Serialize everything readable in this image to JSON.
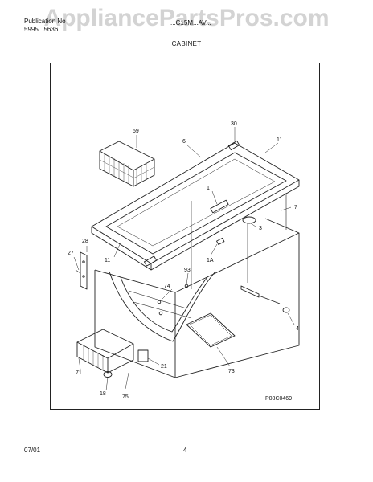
{
  "header": {
    "left_line1": "Publication No",
    "left_line2": "5995...5636",
    "model": "...C15M...AV..."
  },
  "watermark": "AppliancePartsPros.com",
  "section_title": "CABINET",
  "diagram_code": "P08C0469",
  "footer": {
    "date": "07/01",
    "page": "4"
  },
  "callouts": {
    "c59": "59",
    "c30": "30",
    "c6": "6",
    "c11a": "11",
    "c1": "1",
    "c7": "7",
    "c28": "28",
    "c27": "27",
    "c11b": "11",
    "c1a": "1A",
    "c93": "93",
    "c3": "3",
    "c74": "74",
    "c4": "4",
    "c21": "21",
    "c73": "73",
    "c71": "71",
    "c18": "18",
    "c75": "75"
  }
}
